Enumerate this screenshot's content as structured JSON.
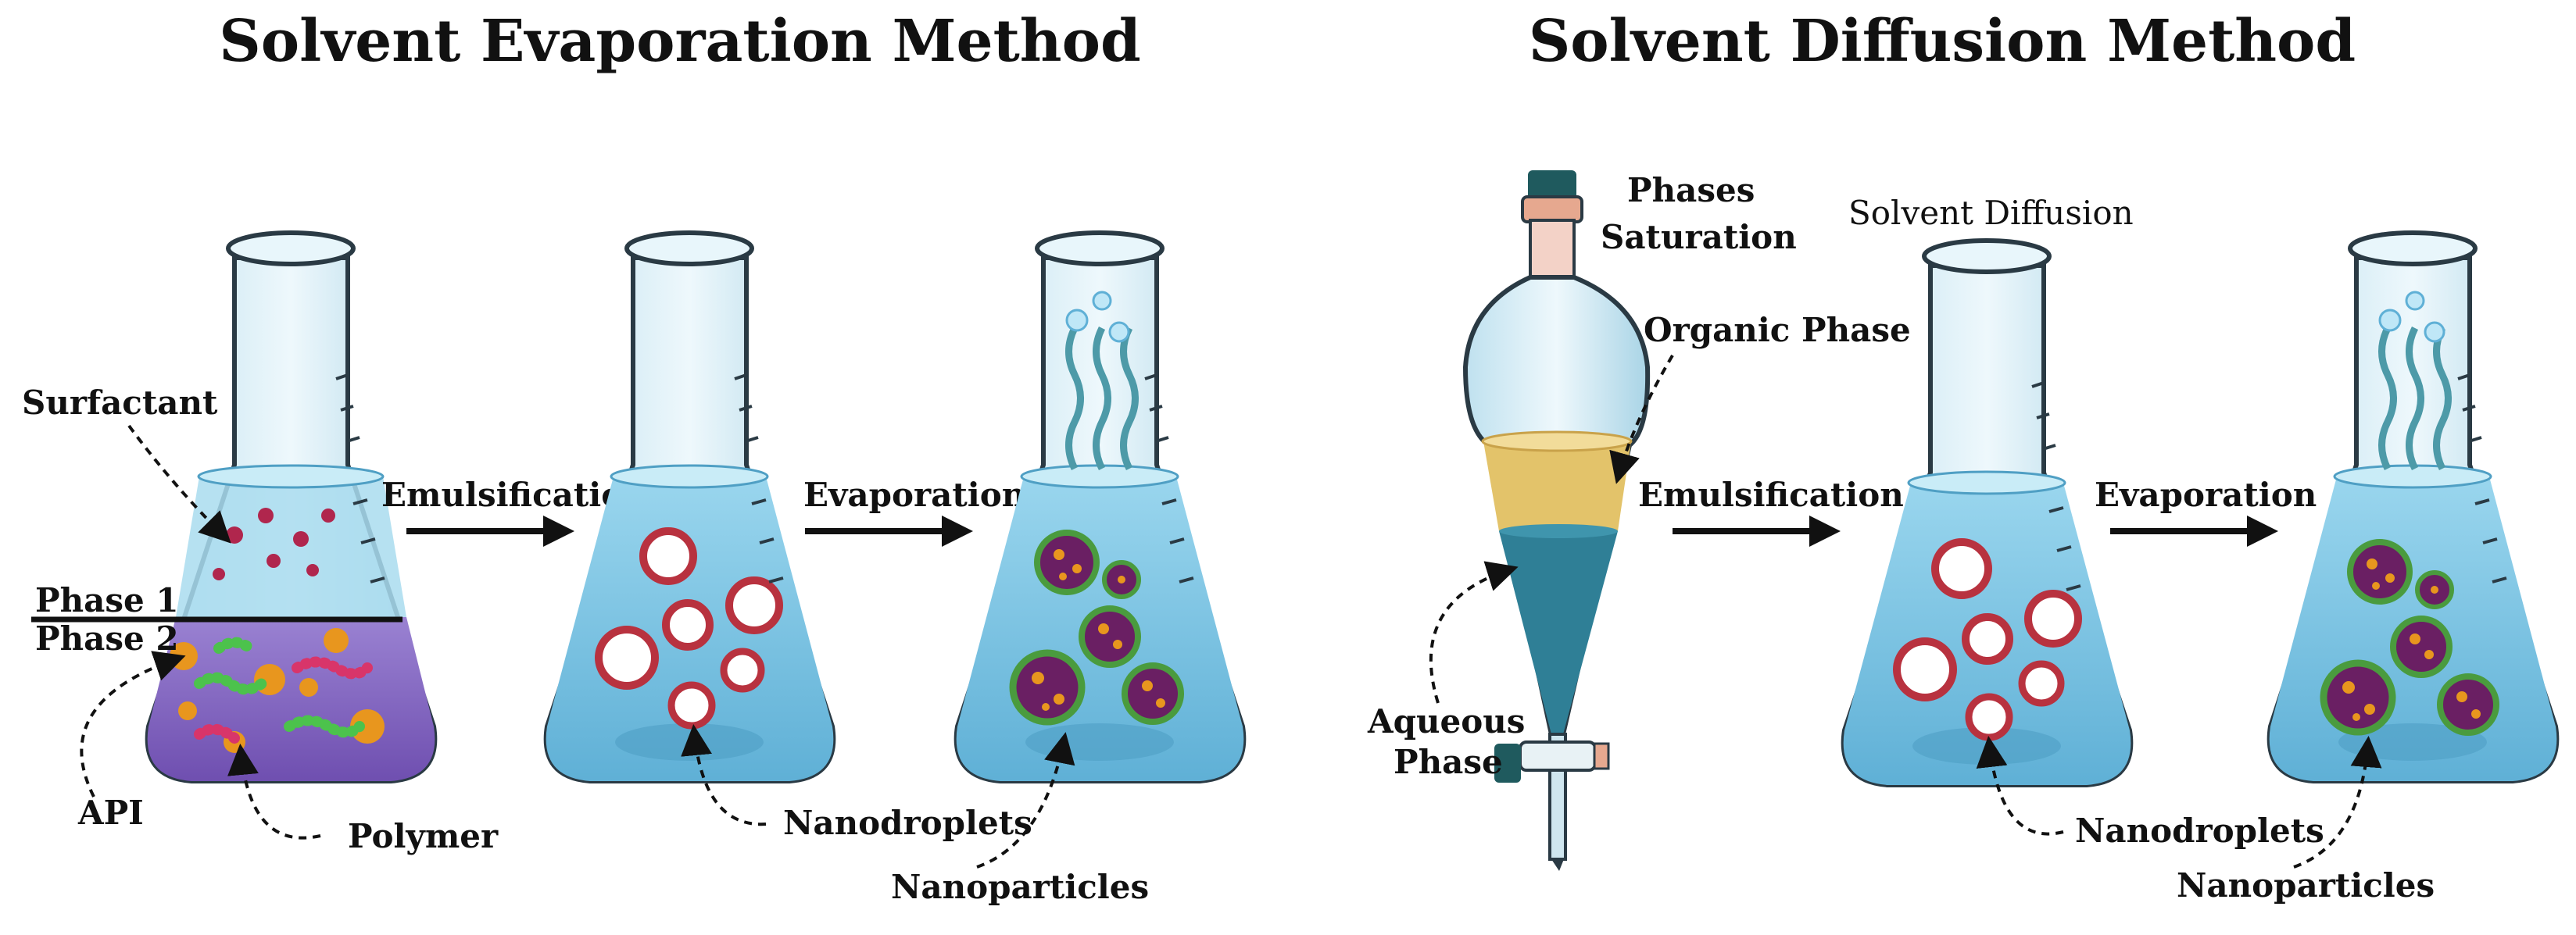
{
  "titles": {
    "left": "Solvent Evaporation Method",
    "right": "Solvent Diffusion Method"
  },
  "evaporation_method": {
    "surfactant": "Surfactant",
    "phase1": "Phase 1",
    "phase2": "Phase 2",
    "api": "API",
    "polymer": "Polymer",
    "step1": "Emulsification",
    "step2": "Evaporation",
    "nanodroplets": "Nanodroplets",
    "nanoparticles": "Nanoparticles"
  },
  "diffusion_method": {
    "phases_saturation_line1": "Phases",
    "phases_saturation_line2": "Saturation",
    "organic_phase": "Organic Phase",
    "aqueous_phase_line1": "Aqueous",
    "aqueous_phase_line2": "Phase",
    "solvent_diffusion": "Solvent Diffusion",
    "step1": "Emulsification",
    "step2": "Evaporation",
    "nanodroplets": "Nanodroplets",
    "nanoparticles": "Nanoparticles"
  },
  "colors": {
    "water": "#7fc7e4",
    "water_dark": "#4f9fc4",
    "glass": "#d8eef7",
    "purple_phase": "#8a6bc4",
    "organic_phase": "#e3c36a",
    "aqueous_teal": "#2f7f96",
    "droplet_red": "#b8323f",
    "particle_purple": "#6a1f63",
    "particle_green": "#4a9b3e",
    "api_orange": "#e8961e"
  }
}
